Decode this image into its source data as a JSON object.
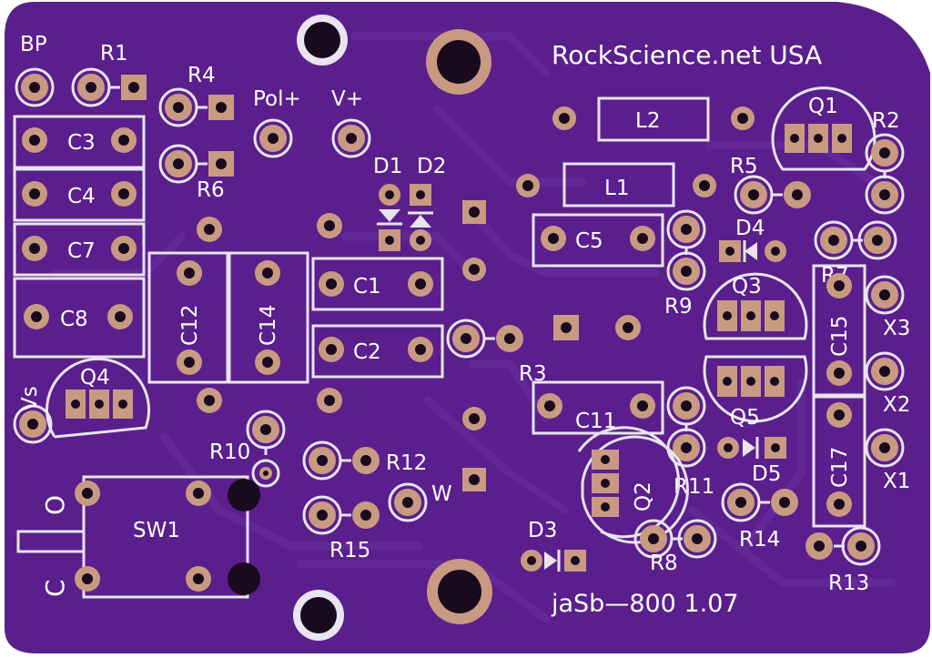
{
  "board": {
    "header_text": "RockScience.net  USA",
    "version_text": "jaSb—800  1.07",
    "colors": {
      "board": "#5a1f8c",
      "board_dark": "#48177a",
      "silkscreen": "#e8e4f0",
      "pad": "#c89a82",
      "hole": "#1a0a1e"
    }
  },
  "labels": {
    "bp": "BP",
    "r1": "R1",
    "r4": "R4",
    "r6": "R6",
    "pol_plus": "Pol+",
    "v_plus": "V+",
    "d1": "D1",
    "d2": "D2",
    "c3": "C3",
    "c4": "C4",
    "c7": "C7",
    "c8": "C8",
    "c12": "C12",
    "c14": "C14",
    "c1": "C1",
    "c2": "C2",
    "q4": "Q4",
    "vs": "Vs",
    "l1": "L1",
    "l2": "L2",
    "q1": "Q1",
    "r2": "R2",
    "r5": "R5",
    "c5": "C5",
    "d4": "D4",
    "r7": "R7",
    "r9": "R9",
    "q3": "Q3",
    "c15": "C15",
    "x3": "X3",
    "x2": "X2",
    "x1": "X1",
    "c17": "C17",
    "r3": "R3",
    "c11": "C11",
    "q5": "Q5",
    "r11": "R11",
    "d5": "D5",
    "q2": "Q2",
    "r14": "R14",
    "r13": "R13",
    "r8": "R8",
    "d3": "D3",
    "r10": "R10",
    "r12": "R12",
    "w": "W",
    "r15": "R15",
    "sw1": "SW1",
    "switch_o": "O",
    "switch_c": "C"
  }
}
